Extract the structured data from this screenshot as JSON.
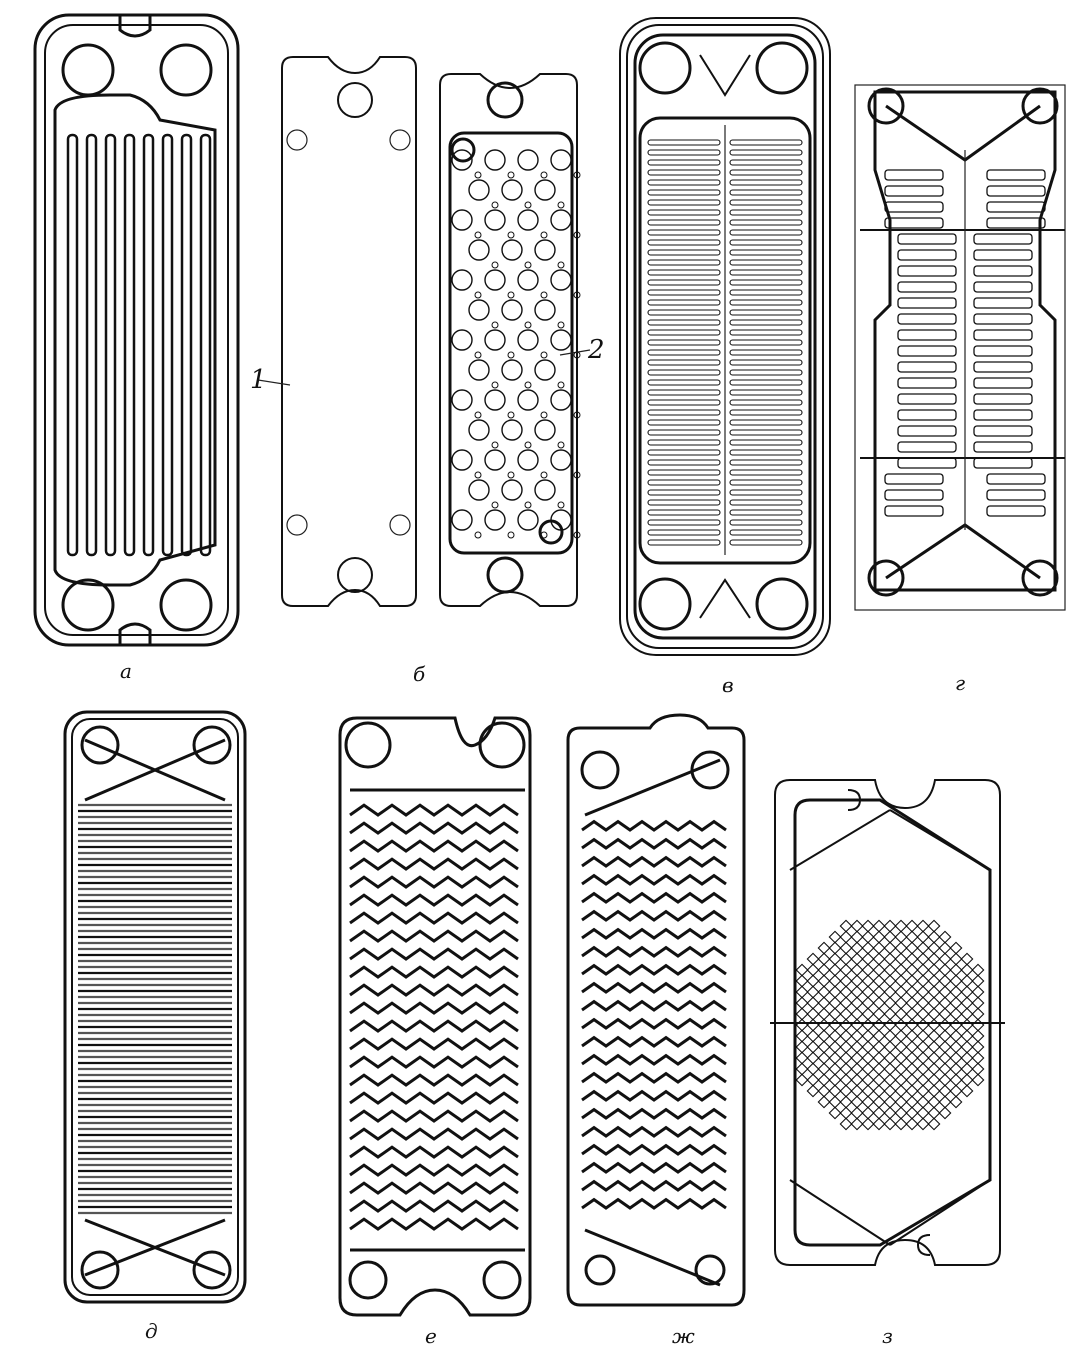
{
  "captions": {
    "a": "а",
    "b": "б",
    "v": "в",
    "g": "г",
    "d": "д",
    "e": "е",
    "zh": "ж",
    "z": "з"
  },
  "callouts": {
    "one": "1",
    "two": "2"
  },
  "colors": {
    "ink": "#111111",
    "paper": "#ffffff",
    "shade": "#555555"
  }
}
